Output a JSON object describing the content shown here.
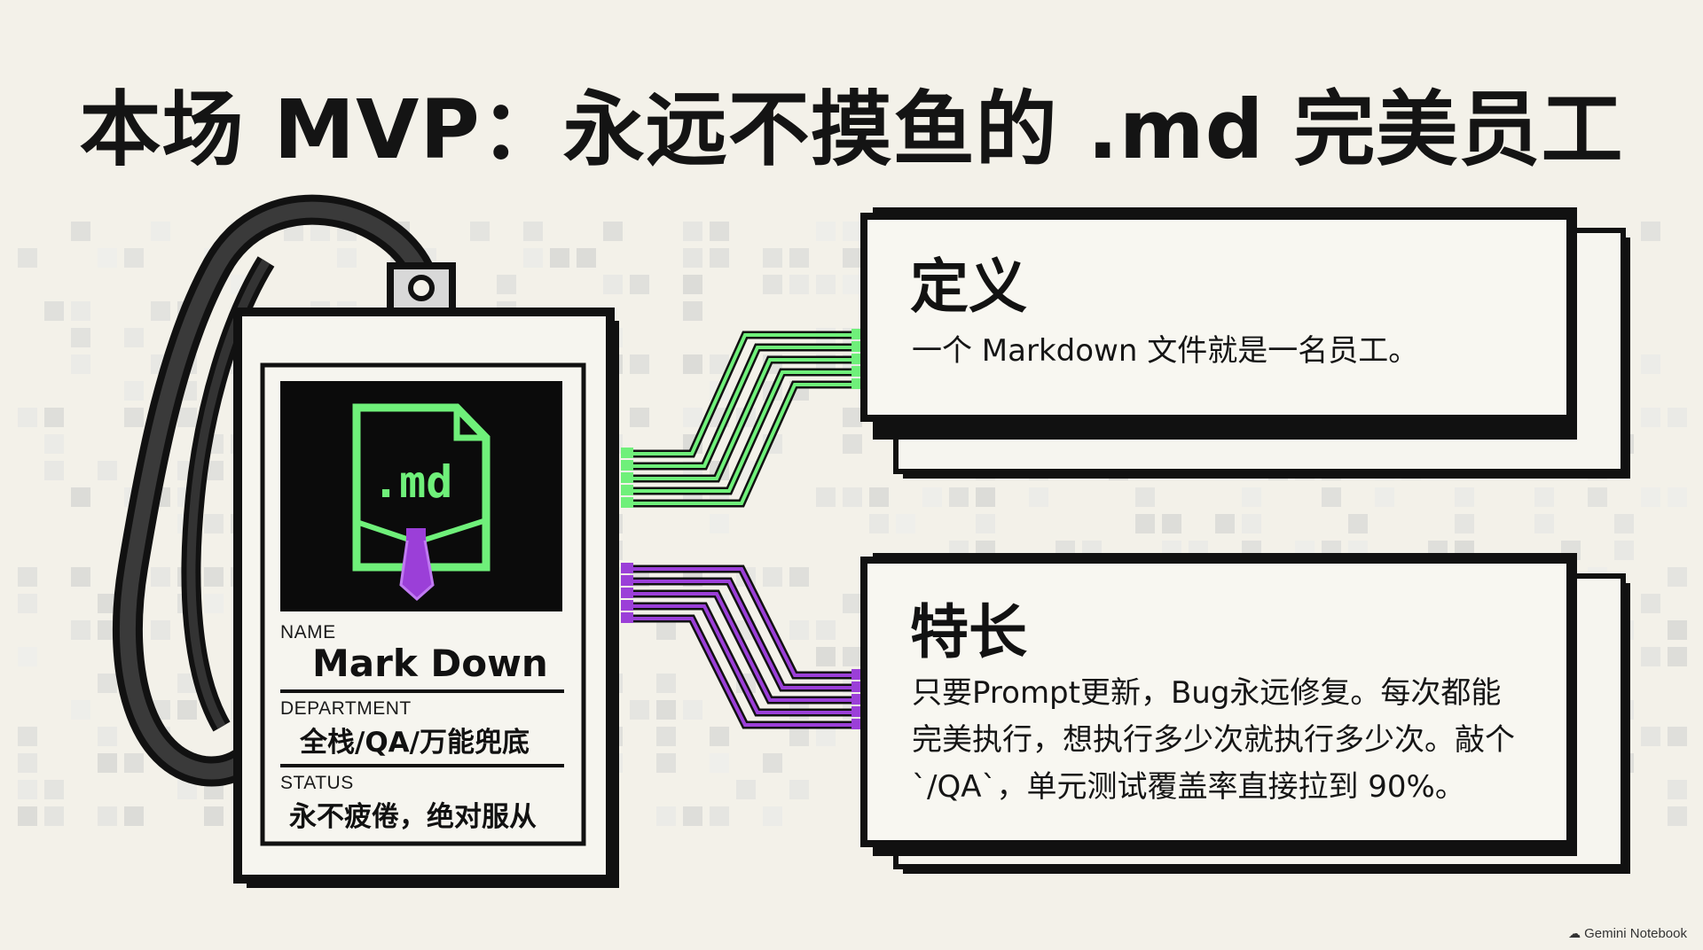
{
  "title": "本场 MVP：永远不摸鱼的 .md 完美员工",
  "badge": {
    "file_ext": ".md",
    "name_label": "NAME",
    "name_value": "Mark Down",
    "department_label": "DEPARTMENT",
    "department_value": "全栈/QA/万能兜底",
    "status_label": "STATUS",
    "status_value": "永不疲倦，绝对服从"
  },
  "definition_card": {
    "heading": "定义",
    "lines": [
      "一个 Markdown 文件就是一名员工。"
    ]
  },
  "specialty_card": {
    "heading": "特长",
    "lines": [
      "只要Prompt更新，Bug永远修复。每次都能",
      "完美执行，想执行多少次就执行多少次。敲个",
      "`/QA`，单元测试覆盖率直接拉到 90%。"
    ]
  },
  "watermark": "Gemini Notebook",
  "colors": {
    "background": "#f3f1e9",
    "green": "#6ff07a",
    "purple": "#9b3fd8",
    "ink": "#111111"
  }
}
